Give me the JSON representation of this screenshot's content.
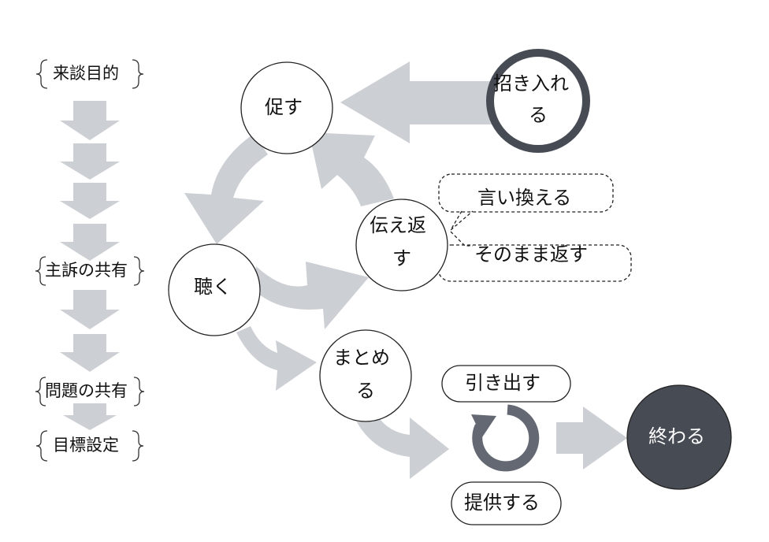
{
  "colors": {
    "arrow": "#cccfd3",
    "dark_node": "#474b54",
    "ring": "#474b54",
    "refresh": "#646872",
    "outline": "#222222"
  },
  "stages": [
    {
      "label": "来談目的"
    },
    {
      "label": "主訴の共有"
    },
    {
      "label": "問題の共有"
    },
    {
      "label": "目標設定"
    }
  ],
  "nodes": {
    "unagasu": "促す",
    "maneki_1": "招き入れ",
    "maneki_2": "る",
    "kiku": "聴く",
    "tsutae_1": "伝え返",
    "tsutae_2": "す",
    "iikaeru": "言い換える",
    "sonomama": "そのまま返す",
    "matome_1": "まとめ",
    "matome_2": "る",
    "hikidasu": "引き出す",
    "teikyo": "提供する",
    "owaru": "終わる"
  }
}
